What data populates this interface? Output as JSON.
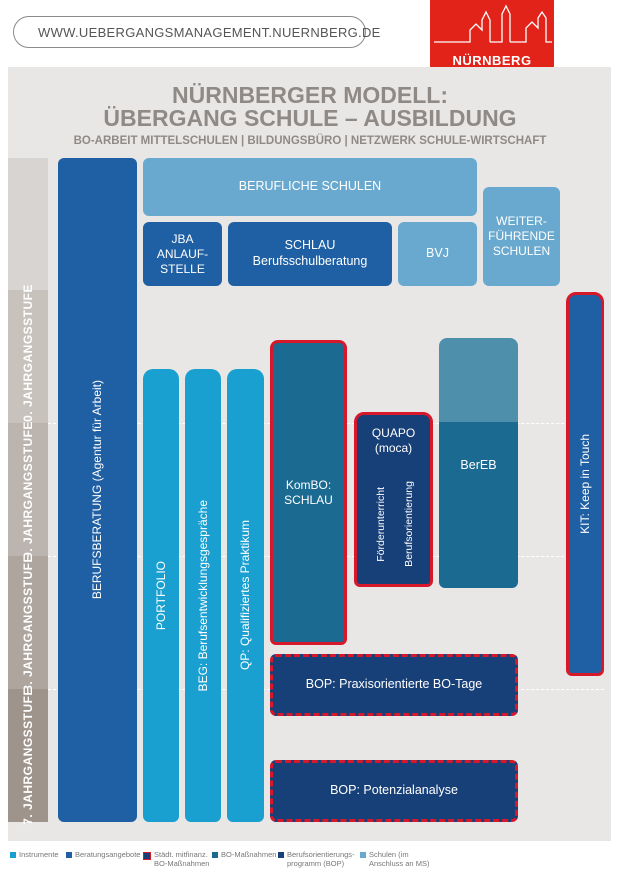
{
  "header": {
    "url": "WWW.UEBERGANGSMANAGEMENT.NUERNBERG.DE",
    "logo_text": "NÜRNBERG"
  },
  "title": {
    "line1": "NÜRNBERGER MODELL:",
    "line2": "ÜBERGANG SCHULE – AUSBILDUNG",
    "subtitle": "BO-ARBEIT MITTELSCHULEN  | BILDUNGSBÜRO | NETZWERK SCHULE-WIRTSCHAFT"
  },
  "grades": [
    "10. JAHRGANGSSTUFE",
    "9. JAHRGANGSSTUFE",
    "8. JAHRGANGSSTUFE",
    "7. JAHRGANGSSTUFE"
  ],
  "boxes": {
    "berufsberatung": "BERUFSBERATUNG (Agentur für Arbeit)",
    "berufliche_schulen": "BERUFLICHE SCHULEN",
    "jba": "JBA ANLAUF- STELLE",
    "schlau": "SCHLAU Berufsschulberatung",
    "bvj": "BVJ",
    "weiterfuehrende": "WEITER- FÜHRENDE SCHULEN",
    "portfolio": "PORTFOLIO",
    "beg": "BEG: Berufsentwicklungsgespräche",
    "qp": "QP: Qualifiziertes Praktikum",
    "kombo": "KomBO: SCHLAU",
    "quapo_title": "QUAPO (moca)",
    "quapo_col1": "Förderunterricht",
    "quapo_col2": "Berufsorientierung",
    "bereb": "BerEB",
    "kit": "KIT: Keep in Touch",
    "bop_praxis": "BOP: Praxisorientierte BO-Tage",
    "bop_potenzial": "BOP: Potenzialanalyse"
  },
  "legend": [
    {
      "label": "Instrumente",
      "color": "#199fd0"
    },
    {
      "label": "Beratungsangebote",
      "color": "#1d5b9c"
    },
    {
      "label": "Städt. mitfinanz. BO-Maßnahmen",
      "color": "#d7182a"
    },
    {
      "label": "BO-Maßnahmen",
      "color": "#1a6a8f"
    },
    {
      "label": "Berufsorientierungs-programm (BOP)",
      "color": "#163d75"
    },
    {
      "label": "Schulen (im Anschluss an MS)",
      "color": "#63a7cc"
    }
  ],
  "colors": {
    "instrumente": "#199fd0",
    "beratung": "#1f5fa3",
    "massnahmen": "#1b6a91",
    "bop": "#173f78",
    "schulen": "#6aa9cf",
    "red_border": "#d7182a"
  }
}
